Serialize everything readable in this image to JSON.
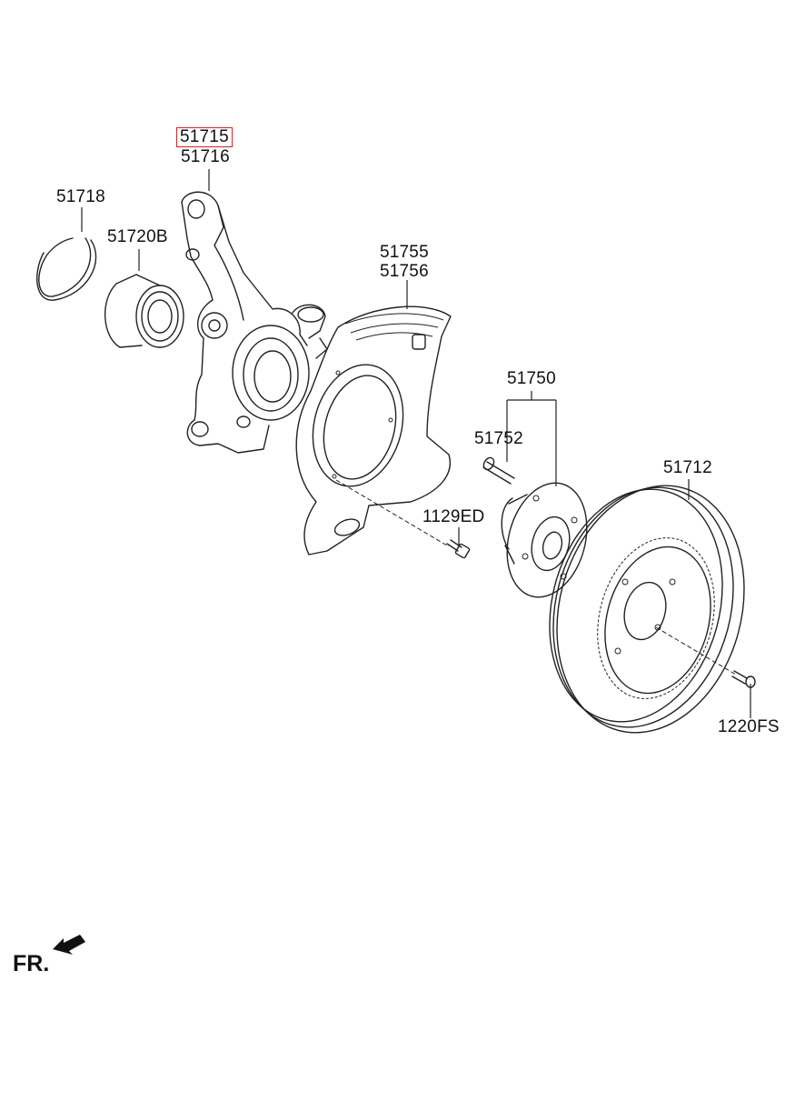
{
  "parts": {
    "knuckle_main": "51715",
    "knuckle_alt": "51716",
    "snap_ring": "51718",
    "bearing": "51720B",
    "dust_cover_main": "51755",
    "dust_cover_alt": "51756",
    "hub_assy": "51750",
    "hub_bolt": "51752",
    "cover_bolt": "1129ED",
    "disc": "51712",
    "disc_screw": "1220FS"
  },
  "direction": {
    "label": "FR."
  },
  "highlight_color": "#e02020"
}
